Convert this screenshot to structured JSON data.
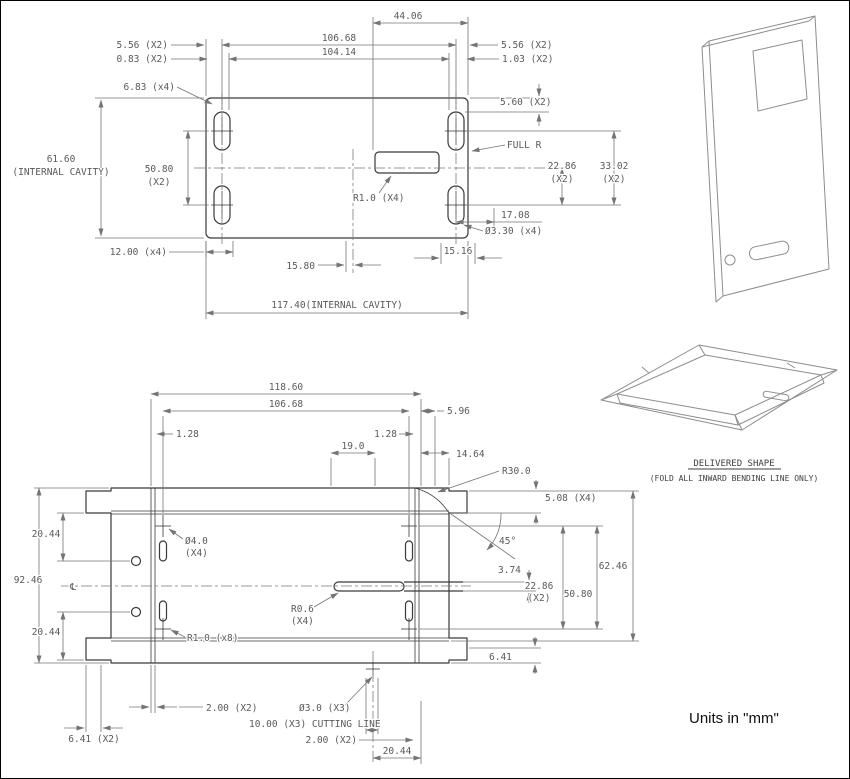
{
  "colors": {
    "part_line": "#3a3a3a",
    "dimension_line": "#747474",
    "dimension_text": "#5a5a5a",
    "iso_line": "#8d8d8d",
    "caption_text": "#3f3f3f"
  },
  "units_note": "Units in \"mm\"",
  "top_view": {
    "labels": {
      "dim_44_06": "44.06",
      "dim_5_56_left": "5.56 (X2)",
      "dim_106_68": "106.68",
      "dim_5_56_right": "5.56 (X2)",
      "dim_0_83": "0.83 (X2)",
      "dim_104_14": "104.14",
      "dim_1_03": "1.03 (X2)",
      "dim_6_83": "6.83 (x4)",
      "dim_5_60": "5.60 (X2)",
      "dim_61_60": "61.60",
      "dim_61_60_note": "(INTERNAL CAVITY)",
      "dim_50_80": "50.80",
      "dim_50_80_note": "(X2)",
      "dim_22_86": "22.86",
      "dim_22_86_note": "(X2)",
      "dim_33_02": "33.02",
      "dim_33_02_note": "(X2)",
      "full_r": "FULL R",
      "dim_r1_0": "R1.0 (X4)",
      "dim_17_08": "17.08",
      "dim_3_30": "Ø3.30 (x4)",
      "dim_12_00": "12.00 (x4)",
      "dim_15_80": "15.80",
      "dim_15_16": "15.16",
      "dim_117_40": "117.40(INTERNAL CAVITY)"
    }
  },
  "flat_pattern": {
    "labels": {
      "dim_118_60": "118.60",
      "dim_106_68": "106.68",
      "dim_5_96": "5.96",
      "dim_1_28_left": "1.28",
      "dim_1_28_right": "1.28",
      "dim_19_0": "19.0",
      "dim_14_64": "14.64",
      "dim_r30": "R30.0",
      "dim_5_08": "5.08 (X4)",
      "dim_45": "45°",
      "dim_20_44_top": "20.44",
      "dim_92_46": "92.46",
      "dim_20_44_mid": "20.44",
      "dim_4_0": "Ø4.0",
      "dim_4_0_note": "(X4)",
      "dim_3_74": "3.74",
      "dim_22_86": "22.86",
      "dim_22_86_note": "(X2)",
      "dim_50_80": "50.80",
      "dim_62_46": "62.46",
      "dim_r0_6": "R0.6",
      "dim_r0_6_note": "(X4)",
      "dim_r1_0": "R1.0 (x8)",
      "dim_6_41": "6.41",
      "dim_2_00_left": "2.00 (X2)",
      "dim_3_0": "Ø3.0 (X3)",
      "dim_10_00_cutting": "10.00 (X3) CUTTING LINE",
      "dim_2_00_bottom": "2.00 (X2)",
      "dim_6_41_x2": "6.41 (X2)",
      "dim_20_44_bottom": "20.44",
      "centerline_symbol": "℄"
    }
  },
  "delivered_shape": {
    "title": "DELIVERED SHAPE",
    "note": "(FOLD ALL INWARD BENDING LINE ONLY)"
  }
}
